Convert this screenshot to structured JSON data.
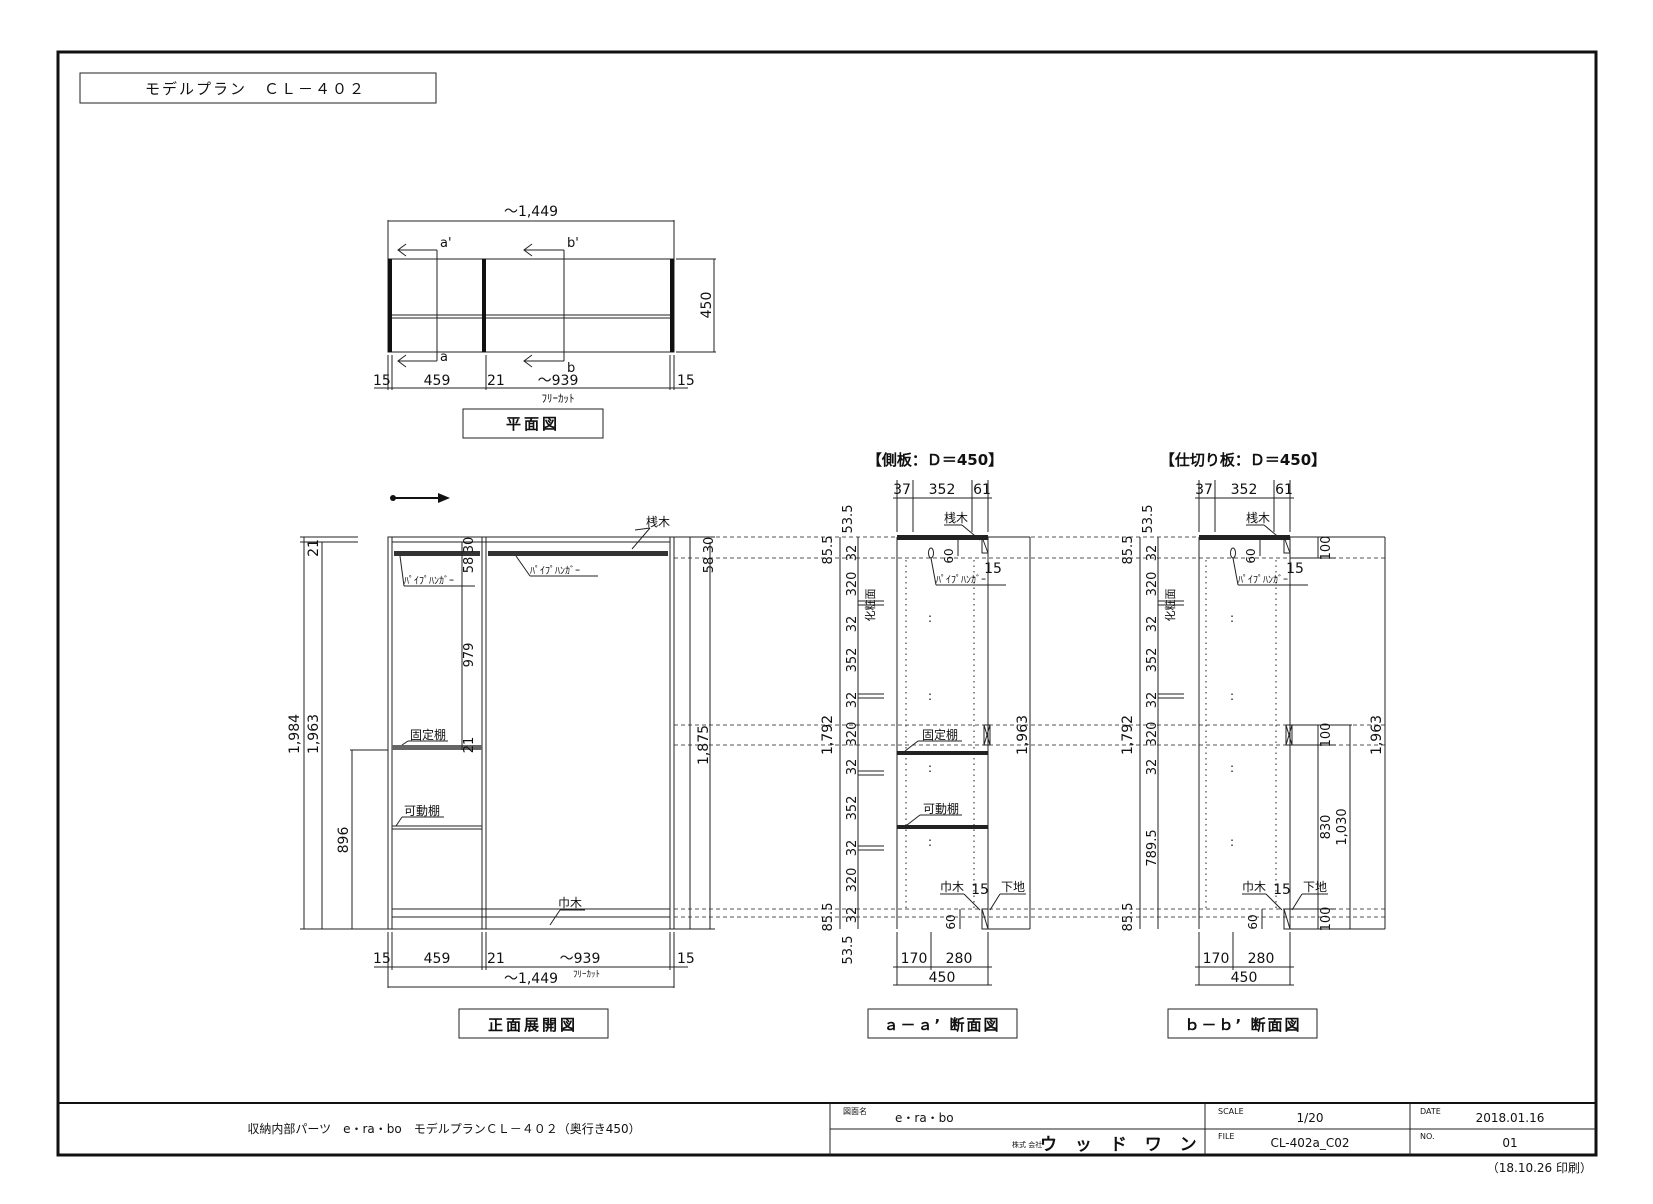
{
  "title_box": "モデルプラン　ＣＬ－４０２",
  "plan": {
    "overall": "～1,449",
    "depth": "450",
    "dims": [
      "15",
      "459",
      "21",
      "～939",
      "15"
    ],
    "free_cut": "ﾌﾘｰｶｯﾄ",
    "sec_a_top": "a'",
    "sec_a_bottom": "a",
    "sec_b_top": "b'",
    "sec_b_bottom": "b",
    "caption": "平面図"
  },
  "front": {
    "labels": {
      "sanki": "桟木",
      "pipe_hanger": "ﾊﾟｲﾌﾟﾊﾝｶﾞｰ",
      "fixed_shelf": "固定棚",
      "movable_shelf": "可動棚",
      "habaki": "巾木"
    },
    "dims": {
      "left_21": "21",
      "left_1984": "1,984",
      "left_1963": "1,963",
      "left_896": "896",
      "d30": "30",
      "d58": "58",
      "d979": "979",
      "d21": "21",
      "d1875": "1,875",
      "bottom": [
        "15",
        "459",
        "21",
        "～939",
        "15"
      ],
      "overall": "～1,449",
      "free_cut": "ﾌﾘｰｶｯﾄ"
    },
    "caption": "正面展開図"
  },
  "section_a": {
    "header": "【側板：Ｄ＝450】",
    "top_dims": [
      "37",
      "352",
      "61"
    ],
    "left_dims": [
      "53.5",
      "85.5",
      "32",
      "320",
      "32",
      "352",
      "32",
      "320",
      "32",
      "352",
      "32",
      "320",
      "32",
      "85.5",
      "53.5"
    ],
    "total_left": "1,792",
    "total_right": "1,963",
    "labels": {
      "sanki": "桟木",
      "pipe_hanger": "ﾊﾟｲﾌﾟﾊﾝｶﾞｰ",
      "fixed_shelf": "固定棚",
      "movable_shelf": "可動棚",
      "habaki": "巾木",
      "shitaji": "下地",
      "finish_face": "化粧面"
    },
    "small": {
      "d60_top": "60",
      "d15_top": "15",
      "d60_bot": "60",
      "d15_bot": "15"
    },
    "bottom_dims": [
      "170",
      "280"
    ],
    "bottom_total": "450",
    "caption": "ａ－ａ’ 断面図"
  },
  "section_b": {
    "header": "【仕切り板：Ｄ＝450】",
    "top_dims": [
      "37",
      "352",
      "61"
    ],
    "left_dims": [
      "53.5",
      "85.5",
      "32",
      "320",
      "32",
      "352",
      "32",
      "320",
      "32",
      "789.5",
      "85.5"
    ],
    "total_left": "1,792",
    "right_dims": [
      "100",
      "100",
      "830",
      "100",
      "1,030",
      "1,963"
    ],
    "labels": {
      "sanki": "桟木",
      "pipe_hanger": "ﾊﾟｲﾌﾟﾊﾝｶﾞｰ",
      "habaki": "巾木",
      "shitaji": "下地",
      "finish_face": "化粧面"
    },
    "small": {
      "d60_top": "60",
      "d15_top": "15",
      "d60_bot": "60",
      "d15_bot": "15"
    },
    "bottom_dims": [
      "170",
      "280"
    ],
    "bottom_total": "450",
    "caption": "ｂ－ｂ’ 断面図"
  },
  "title_block": {
    "product": "収納内部パーツ　e・ra・bo　モデルプランＣＬ－４０２（奥行き450）",
    "drawing_name_label": "図面名",
    "drawing_name": "e・ra・bo",
    "company_prefix": "株式\n会社",
    "company": "ウ ッ ド ワ ン",
    "scale_label": "SCALE",
    "scale": "1/20",
    "file_label": "FILE",
    "file": "CL-402a_C02",
    "date_label": "DATE",
    "date": "2018.01.16",
    "no_label": "NO.",
    "no": "01"
  },
  "print_note": "（18.10.26 印刷）"
}
